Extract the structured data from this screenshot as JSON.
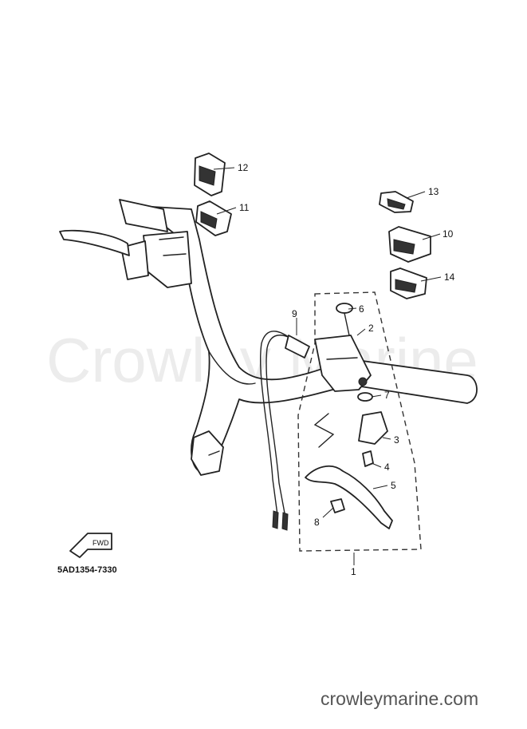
{
  "watermark": "Crowley Marine",
  "diagram_code": "5AD1354-7330",
  "site_footer": "crowleymarine.com",
  "fwd_label": "FWD",
  "callouts": [
    "1",
    "2",
    "3",
    "4",
    "5",
    "6",
    "7",
    "8",
    "9",
    "10",
    "11",
    "12",
    "13",
    "14"
  ],
  "icons": [
    "handlebar-drawing",
    "fwd-arrow-icon"
  ]
}
